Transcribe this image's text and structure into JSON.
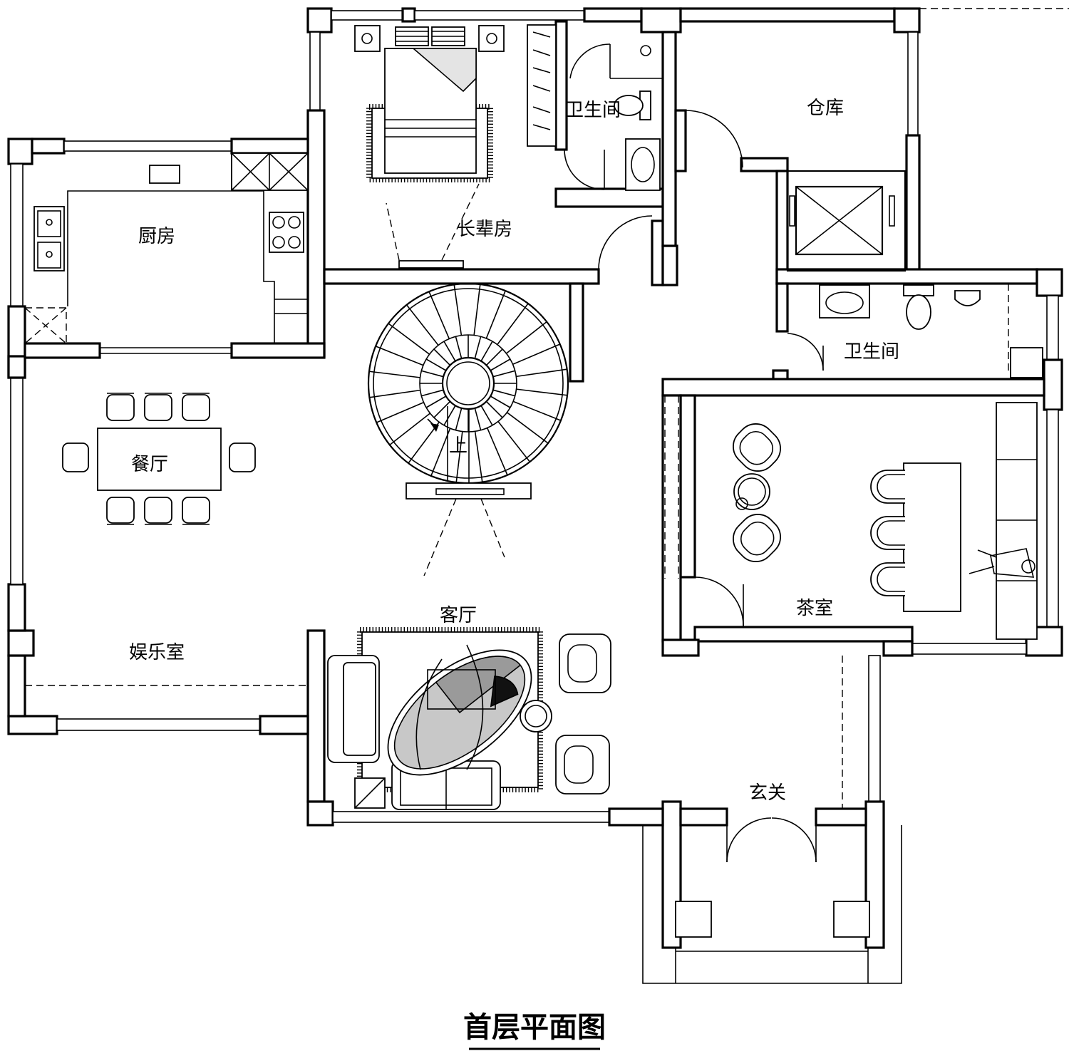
{
  "plan_title": "首层平面图",
  "rooms": {
    "bathroom_upper": "卫生间",
    "storage": "仓库",
    "elder_room": "长辈房",
    "kitchen": "厨房",
    "dining": "餐厅",
    "stair_up": "上",
    "bathroom_right": "卫生间",
    "tea_room": "茶室",
    "living_room": "客厅",
    "entertainment": "娱乐室",
    "foyer": "玄关"
  },
  "colors": {
    "line": "#000000",
    "background": "#ffffff"
  }
}
